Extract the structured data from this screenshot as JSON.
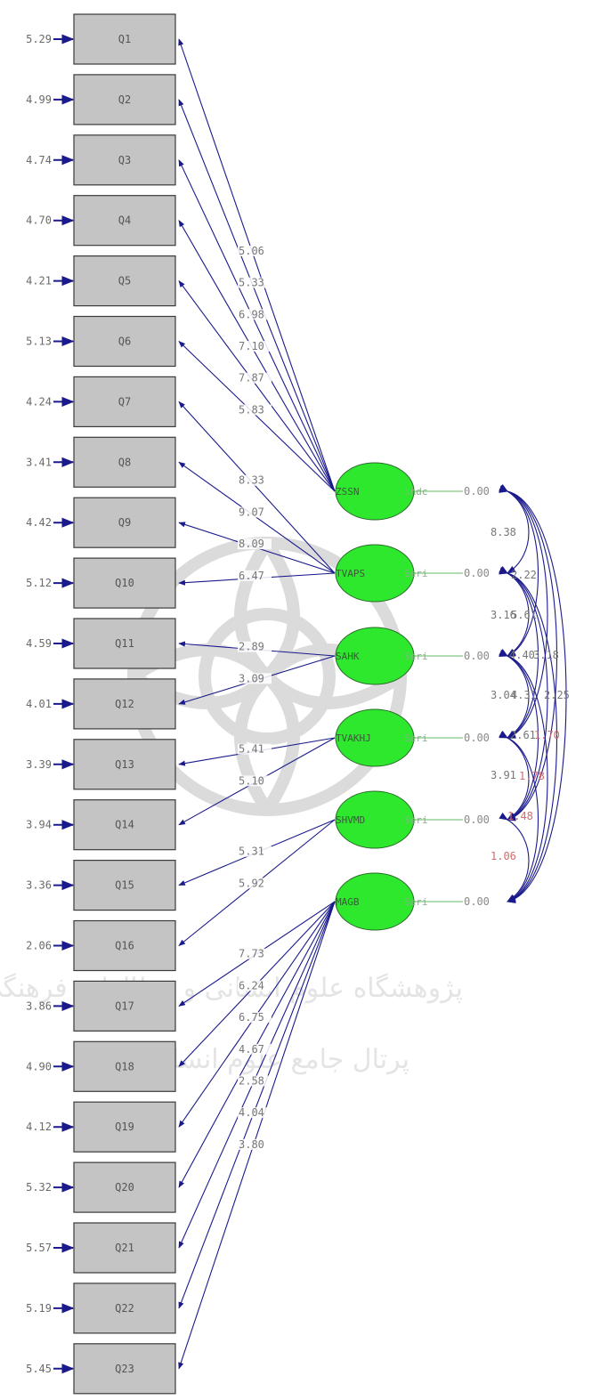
{
  "diagram": {
    "observed": [
      {
        "label": "Q1",
        "error": "5.29"
      },
      {
        "label": "Q2",
        "error": "4.99"
      },
      {
        "label": "Q3",
        "error": "4.74"
      },
      {
        "label": "Q4",
        "error": "4.70"
      },
      {
        "label": "Q5",
        "error": "4.21"
      },
      {
        "label": "Q6",
        "error": "5.13"
      },
      {
        "label": "Q7",
        "error": "4.24"
      },
      {
        "label": "Q8",
        "error": "3.41"
      },
      {
        "label": "Q9",
        "error": "4.42"
      },
      {
        "label": "Q10",
        "error": "5.12"
      },
      {
        "label": "Q11",
        "error": "4.59"
      },
      {
        "label": "Q12",
        "error": "4.01"
      },
      {
        "label": "Q13",
        "error": "3.39"
      },
      {
        "label": "Q14",
        "error": "3.94"
      },
      {
        "label": "Q15",
        "error": "3.36"
      },
      {
        "label": "Q16",
        "error": "2.06"
      },
      {
        "label": "Q17",
        "error": "3.86"
      },
      {
        "label": "Q18",
        "error": "4.90"
      },
      {
        "label": "Q19",
        "error": "4.12"
      },
      {
        "label": "Q20",
        "error": "5.32"
      },
      {
        "label": "Q21",
        "error": "5.57"
      },
      {
        "label": "Q22",
        "error": "5.19"
      },
      {
        "label": "Q23",
        "error": "5.45"
      }
    ],
    "latent": [
      {
        "label": "ZSSN",
        "sub": "ihdc",
        "value": "0.00"
      },
      {
        "label": "TVAPS",
        "sub": "Seri",
        "value": "0.00"
      },
      {
        "label": "SAHK",
        "sub": "Seri",
        "value": "0.00"
      },
      {
        "label": "TVAKHJ",
        "sub": "Seri",
        "value": "0.00"
      },
      {
        "label": "SHVMD",
        "sub": "Seri",
        "value": "0.00"
      },
      {
        "label": "MAGB",
        "sub": "Seri",
        "value": "0.00"
      }
    ],
    "loadings": [
      {
        "from": 0,
        "to": 0,
        "value": "5.06"
      },
      {
        "from": 0,
        "to": 1,
        "value": "5.33"
      },
      {
        "from": 0,
        "to": 2,
        "value": "6.98"
      },
      {
        "from": 0,
        "to": 3,
        "value": "7.10"
      },
      {
        "from": 0,
        "to": 4,
        "value": "7.87"
      },
      {
        "from": 0,
        "to": 5,
        "value": "5.83"
      },
      {
        "from": 1,
        "to": 6,
        "value": "8.33"
      },
      {
        "from": 1,
        "to": 7,
        "value": "9.07"
      },
      {
        "from": 1,
        "to": 8,
        "value": "8.09"
      },
      {
        "from": 1,
        "to": 9,
        "value": "6.47"
      },
      {
        "from": 2,
        "to": 10,
        "value": "2.89"
      },
      {
        "from": 2,
        "to": 11,
        "value": "3.09"
      },
      {
        "from": 3,
        "to": 12,
        "value": "5.41"
      },
      {
        "from": 3,
        "to": 13,
        "value": "5.10"
      },
      {
        "from": 4,
        "to": 14,
        "value": "5.31"
      },
      {
        "from": 4,
        "to": 15,
        "value": "5.92"
      },
      {
        "from": 5,
        "to": 16,
        "value": "7.73"
      },
      {
        "from": 5,
        "to": 17,
        "value": "6.24"
      },
      {
        "from": 5,
        "to": 18,
        "value": "6.75"
      },
      {
        "from": 5,
        "to": 19,
        "value": "4.67"
      },
      {
        "from": 5,
        "to": 20,
        "value": "2.58"
      },
      {
        "from": 5,
        "to": 21,
        "value": "4.04"
      },
      {
        "from": 5,
        "to": 22,
        "value": "3.80"
      }
    ],
    "correlation_labels": [
      {
        "text": "8.38",
        "color": "#777777"
      },
      {
        "text": "2.22",
        "color": "#777777"
      },
      {
        "text": "3.16",
        "color": "#777777"
      },
      {
        "text": "5.61",
        "color": "#777777"
      },
      {
        "text": "4.40",
        "color": "#777777"
      },
      {
        "text": "3.18",
        "color": "#777777"
      },
      {
        "text": "3.04",
        "color": "#777777"
      },
      {
        "text": "4.31",
        "color": "#777777"
      },
      {
        "text": "2.25",
        "color": "#777777"
      },
      {
        "text": "2.61",
        "color": "#777777"
      },
      {
        "text": "1.70",
        "color": "#d46a6a"
      },
      {
        "text": "3.91",
        "color": "#777777"
      },
      {
        "text": "1.78",
        "color": "#d46a6a"
      },
      {
        "text": "1.48",
        "color": "#d46a6a"
      },
      {
        "text": "1.06",
        "color": "#d46a6a"
      }
    ],
    "watermark": {
      "line1": "پژوهشگاه علوم انسانی و مطالعات فرهنگی",
      "line2": "پرتال جامع علوم انسانی"
    }
  },
  "colors": {
    "latent_fill": "#2ee82e",
    "box_fill": "#c4c4c4",
    "arrow": "#1a1a8c",
    "significant_red": "#d46a6a"
  }
}
